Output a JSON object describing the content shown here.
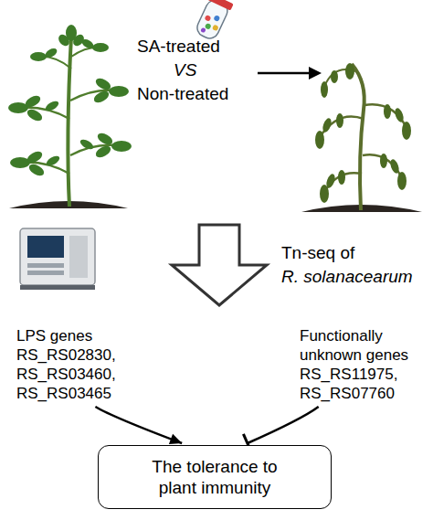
{
  "diagram": {
    "nodes": [
      {
        "text": [
          "LPS genes RS_RS02830, RS_RS03460, RS_RS03465"
        ]
      },
      {
        "text": [
          "Functionally unknown genes RS_RS11975, RS_RS07760"
        ]
      },
      {
        "text": [
          "The tolerance to plant immunity"
        ]
      }
    ],
    "edges": [
      {
        "from": 0,
        "to": 2,
        "arrow": "to"
      },
      {
        "from": 1,
        "to": 2,
        "arrow": "to"
      }
    ],
    "labels": [
      "SA-treated",
      "VS",
      "Non-treated",
      "Tn-seq of",
      "R. solanacearum"
    ]
  }
}
